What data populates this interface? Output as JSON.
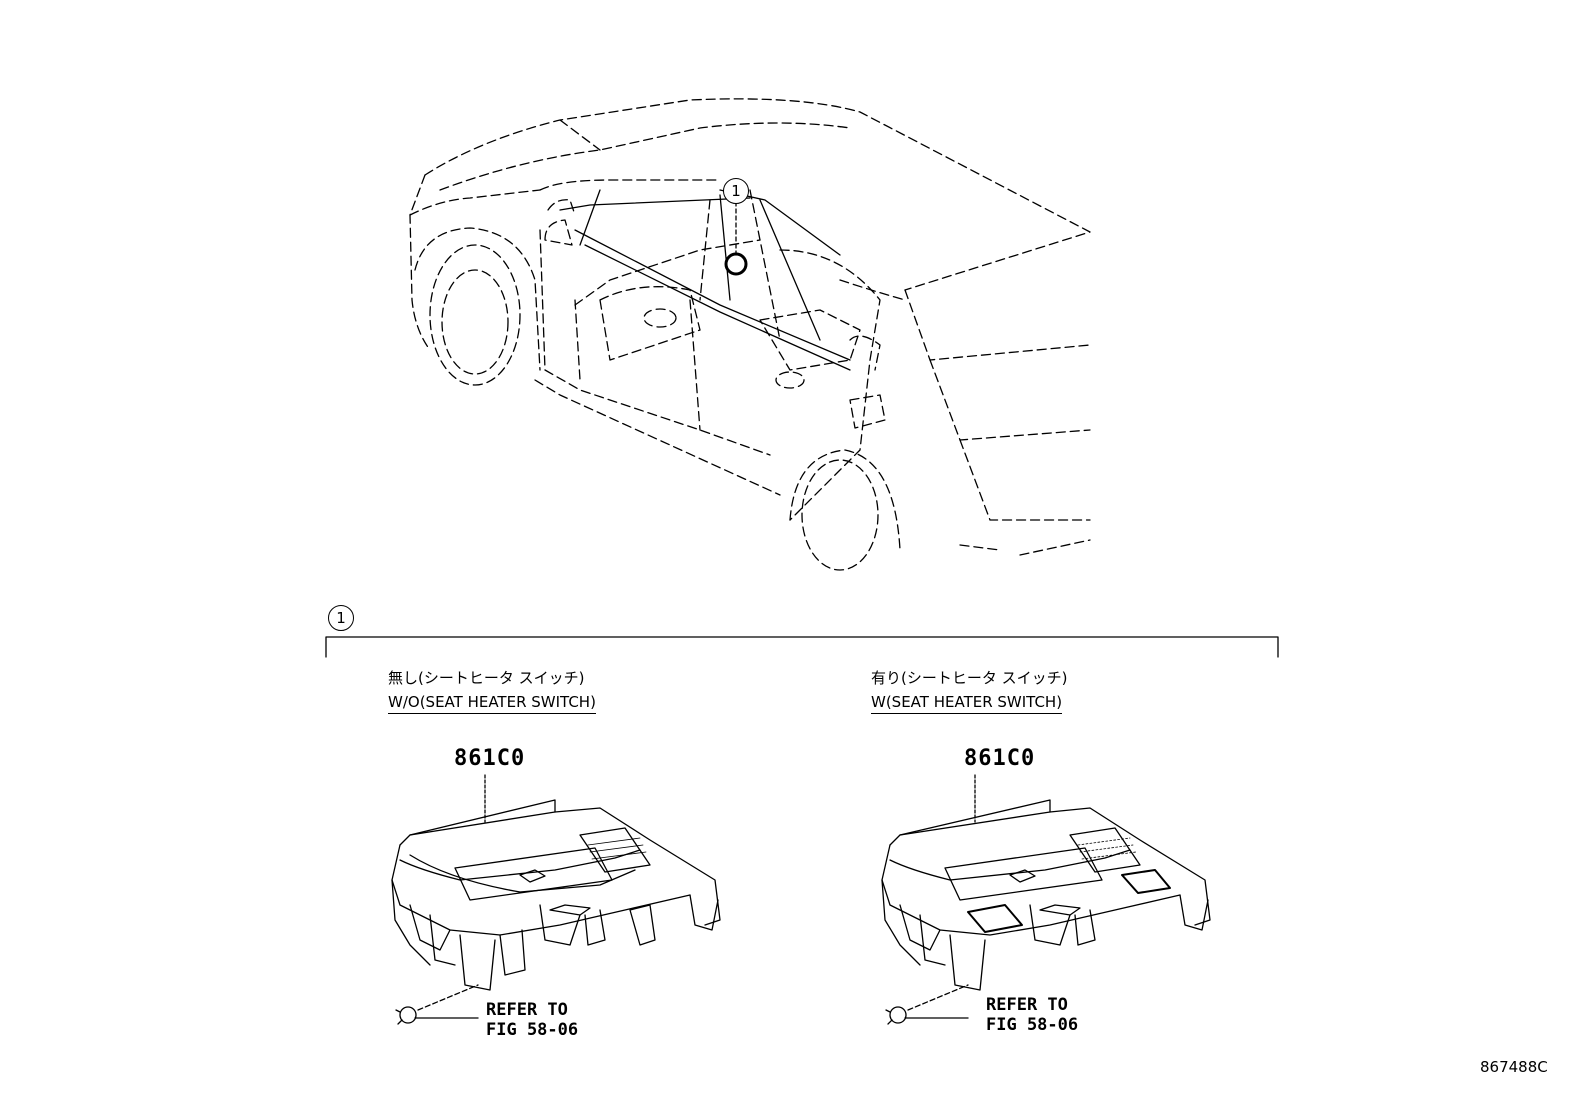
{
  "callout_number": "1",
  "variants": [
    {
      "label_jp": "無し(シートヒータ スイッチ)",
      "label_en": "W/O(SEAT HEATER SWITCH)",
      "part_number": "861C0",
      "refer_line1": "REFER TO",
      "refer_line2": "FIG 58-06"
    },
    {
      "label_jp": "有り(シートヒータ スイッチ)",
      "label_en": "W(SEAT HEATER SWITCH)",
      "part_number": "861C0",
      "refer_line1": "REFER TO",
      "refer_line2": "FIG 58-06"
    }
  ],
  "illustration_code": "867488C"
}
